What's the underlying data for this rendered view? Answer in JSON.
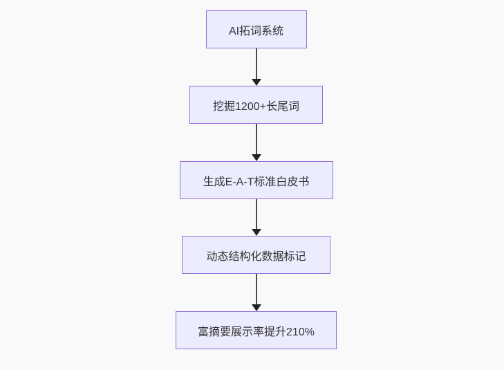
{
  "diagram": {
    "type": "flowchart",
    "direction": "top-down",
    "nodes": [
      {
        "id": "n1",
        "label": "AI拓词系统"
      },
      {
        "id": "n2",
        "label": "挖掘1200+长尾词"
      },
      {
        "id": "n3",
        "label": "生成E-A-T标准白皮书"
      },
      {
        "id": "n4",
        "label": "动态结构化数据标记"
      },
      {
        "id": "n5",
        "label": "富摘要展示率提升210%"
      }
    ],
    "edges": [
      {
        "from": "n1",
        "to": "n2"
      },
      {
        "from": "n2",
        "to": "n3"
      },
      {
        "from": "n3",
        "to": "n4"
      },
      {
        "from": "n4",
        "to": "n5"
      }
    ],
    "colors": {
      "background": "#f9f9f9",
      "node_fill": "#ECECFF",
      "node_border": "#9370DB",
      "node_text": "#333333",
      "arrow": "#333333"
    }
  }
}
